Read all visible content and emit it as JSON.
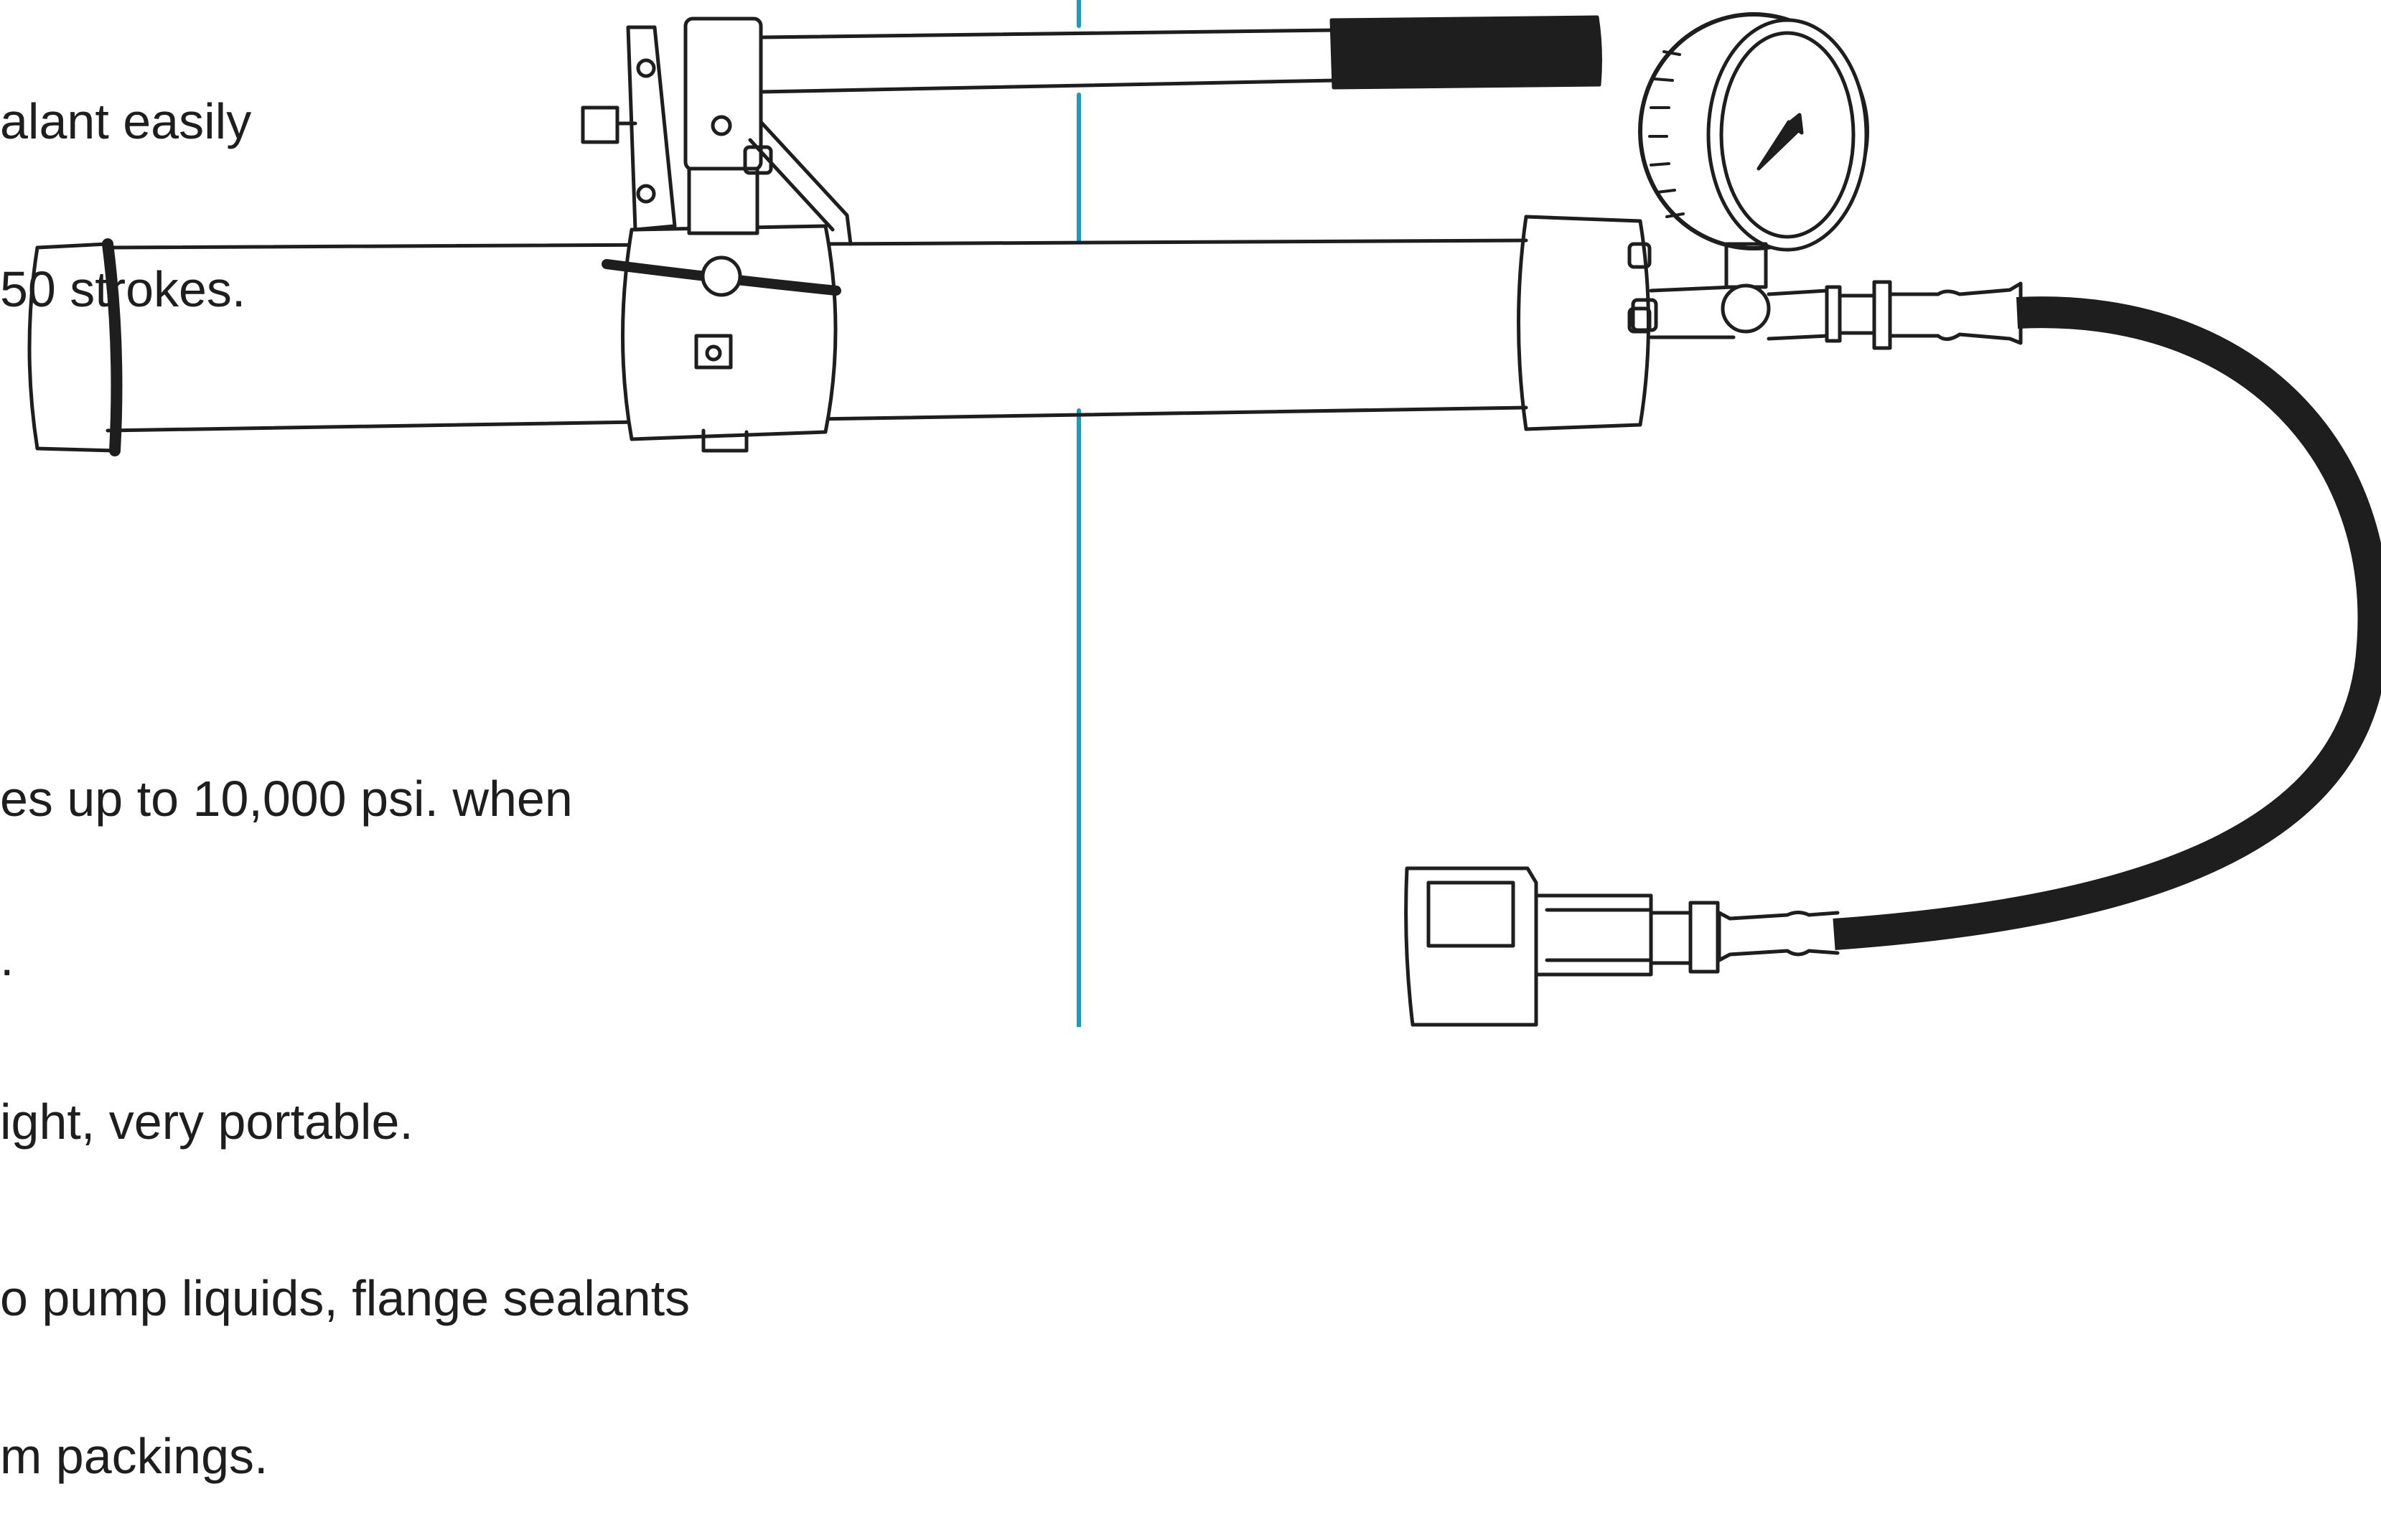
{
  "colors": {
    "ink": "#1e1e1e",
    "divider": "#1a9bc4",
    "paper": "#ffffff"
  },
  "top_text": {
    "line1": "alant easily",
    "line2": "50 strokes."
  },
  "bottom_text": {
    "line1": "es up to 10,000 psi. when",
    "line2": ".",
    "line3": "ight, very portable.",
    "line4": "o pump liquids, flange sealants",
    "line5": "m packings."
  },
  "illustration": {
    "subjects": [
      "hand-pump",
      "pressure-gauge",
      "hose",
      "coupler"
    ]
  }
}
